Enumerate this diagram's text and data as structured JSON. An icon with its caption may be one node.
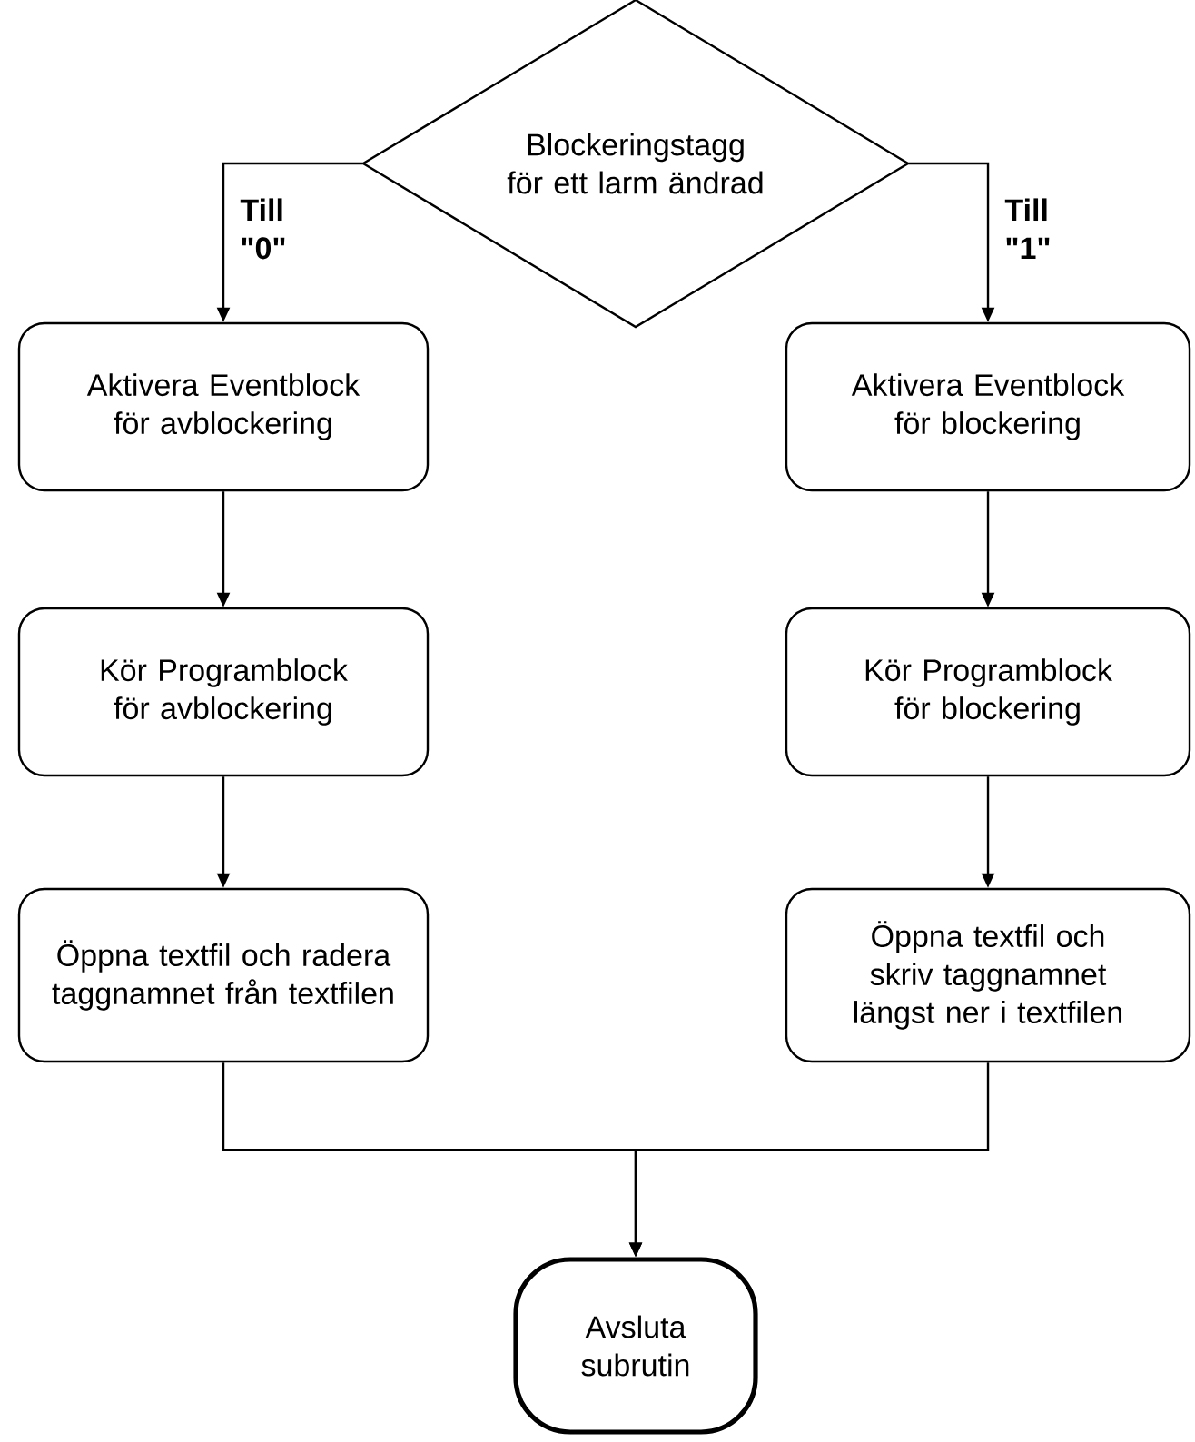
{
  "diagram": {
    "nodes": [
      {
        "text": [
          "Blockeringstagg för ett larm ändrad"
        ]
      },
      {
        "text": [
          "Aktivera Eventblock för avblockering"
        ]
      },
      {
        "text": [
          "Aktivera Eventblock för blockering"
        ]
      },
      {
        "text": [
          "Kör Programblock för avblockering"
        ]
      },
      {
        "text": [
          "Kör Programblock för blockering"
        ]
      },
      {
        "text": [
          "Öppna textfil och radera taggnamnet från textfilen"
        ]
      },
      {
        "text": [
          "Öppna textfil och skriv taggnamnet längst ner i textfilen"
        ]
      },
      {
        "text": [
          "Avsluta subrutin"
        ]
      }
    ],
    "edges": [
      {
        "from": 0,
        "to": 1,
        "arrow": "to",
        "label": "Till \"0\""
      },
      {
        "from": 0,
        "to": 2,
        "arrow": "to",
        "label": "Till \"1\""
      },
      {
        "from": 1,
        "to": 3,
        "arrow": "to"
      },
      {
        "from": 2,
        "to": 4,
        "arrow": "to"
      },
      {
        "from": 3,
        "to": 5,
        "arrow": "to"
      },
      {
        "from": 4,
        "to": 6,
        "arrow": "to"
      },
      {
        "from": 5,
        "to": 7,
        "arrow": "to"
      },
      {
        "from": 6,
        "to": 7,
        "arrow": "to"
      }
    ]
  }
}
